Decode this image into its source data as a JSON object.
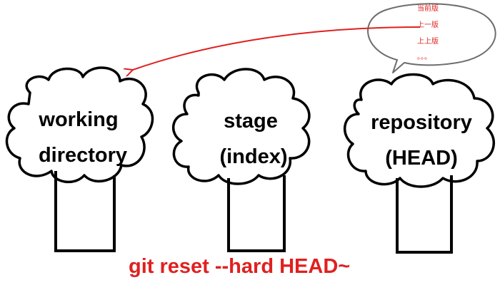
{
  "nodes": [
    {
      "id": "working",
      "lines": [
        "working",
        "directory"
      ]
    },
    {
      "id": "stage",
      "lines": [
        "stage",
        "(index)"
      ]
    },
    {
      "id": "repository",
      "lines": [
        "repository",
        "(HEAD)"
      ]
    }
  ],
  "bubble": {
    "lines": [
      "当前版",
      "上一版",
      "上上版",
      "。。。"
    ]
  },
  "command": "git reset --hard HEAD~",
  "colors": {
    "ink": "#000000",
    "accent": "#e02020",
    "bubble_stroke": "#6d6d6d",
    "bubble_fill": "#ffffff"
  }
}
